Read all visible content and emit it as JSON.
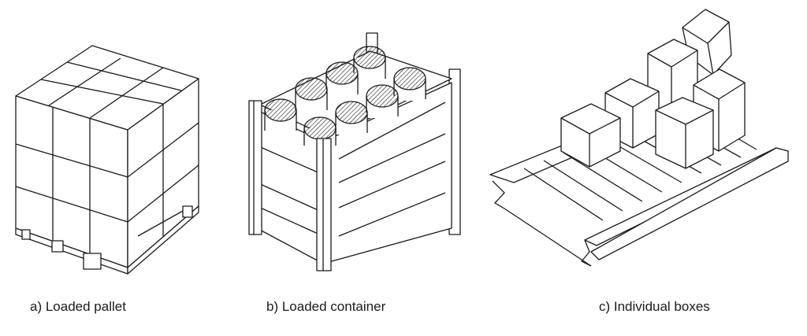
{
  "figures": [
    {
      "id": "a",
      "caption": "a) Loaded pallet"
    },
    {
      "id": "b",
      "caption": "b) Loaded container"
    },
    {
      "id": "c",
      "caption": "c) Individual boxes"
    }
  ],
  "colors": {
    "ink": "#1a1a1a",
    "paper": "#ffffff"
  }
}
